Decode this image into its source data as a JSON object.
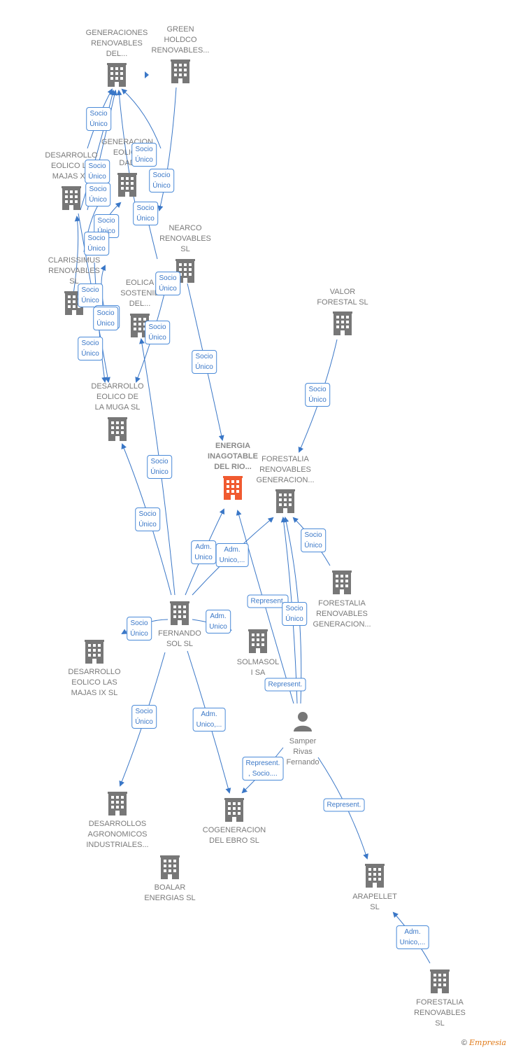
{
  "colors": {
    "accent": "#3a77c7",
    "building": "#777777",
    "focus": "#f05a30",
    "label": "#7a7a7a"
  },
  "nodes": [
    {
      "id": "gen_ren_del",
      "label": "GENERACIONES\nRENOVABLES\nDEL...",
      "icon": "building-icon"
    },
    {
      "id": "green_holdco",
      "label": "GREEN\nHOLDCO\nRENOVABLES...",
      "icon": "building-icon"
    },
    {
      "id": "desarrollo_majas_xx",
      "label": "DESARROLLO\nEOLICO LA\nMAJAS XX",
      "icon": "building-icon"
    },
    {
      "id": "generacion_eolica",
      "label": "GENERACION\nEOLICA\nDAD",
      "icon": "building-icon"
    },
    {
      "id": "nearco",
      "label": "NEARCO\nRENOVABLES\nSL",
      "icon": "building-icon"
    },
    {
      "id": "clarissimus",
      "label": "CLARISSIMUS\nRENOVABLES\nSL",
      "icon": "building-icon"
    },
    {
      "id": "eolica_sostenible",
      "label": "EOLICA\nSOSTENIB\nDEL...",
      "icon": "building-icon"
    },
    {
      "id": "valor_forestal",
      "label": "VALOR\nFORESTAL SL",
      "icon": "building-icon"
    },
    {
      "id": "desarrollo_muga",
      "label": "DESARROLLO\nEOLICO DE\nLA MUGA SL",
      "icon": "building-icon"
    },
    {
      "id": "energia_inagotable",
      "label": "ENERGIA\nINAGOTABLE\nDEL RIO...",
      "icon": "building-icon",
      "focus": true
    },
    {
      "id": "forestalia_gen_1",
      "label": "FORESTALIA\nRENOVABLES\nGENERACION...",
      "icon": "building-icon"
    },
    {
      "id": "forestalia_gen_2",
      "label": "FORESTALIA\nRENOVABLES\nGENERACION...",
      "icon": "building-icon"
    },
    {
      "id": "fernando_sol",
      "label": "FERNANDO\nSOL SL",
      "icon": "building-icon"
    },
    {
      "id": "desarrollo_majas_ix",
      "label": "DESARROLLO\nEOLICO LAS\nMAJAS IX  SL",
      "icon": "building-icon"
    },
    {
      "id": "solmasol",
      "label": "SOLMASOL\nI SA",
      "icon": "building-icon"
    },
    {
      "id": "samper",
      "label": "Samper\nRivas\nFernando",
      "icon": "person-icon"
    },
    {
      "id": "desarrollos_agronomicos",
      "label": "DESARROLLOS\nAGRONOMICOS\nINDUSTRIALES...",
      "icon": "building-icon"
    },
    {
      "id": "cogeneracion_ebro",
      "label": "COGENERACION\nDEL EBRO  SL",
      "icon": "building-icon"
    },
    {
      "id": "boalar",
      "label": "BOALAR\nENERGIAS  SL",
      "icon": "building-icon"
    },
    {
      "id": "arapellet",
      "label": "ARAPELLET\nSL",
      "icon": "building-icon"
    },
    {
      "id": "forestalia_sl",
      "label": "FORESTALIA\nRENOVABLES\nSL",
      "icon": "building-icon"
    }
  ],
  "edges": [
    {
      "label": "Socio\nÚnico"
    },
    {
      "label": "Socio\nÚnico"
    },
    {
      "label": "Socio\nÚnico"
    },
    {
      "label": "Socio\nÚnico"
    },
    {
      "label": "Socio\nÚnico"
    },
    {
      "label": "Socio\nÚnico"
    },
    {
      "label": "Socio\nÚnico"
    },
    {
      "label": "Socio\nÚnico"
    },
    {
      "label": "Socio\nÚnico"
    },
    {
      "label": "Socio\nÚnico"
    },
    {
      "label": "Socio\nÚnico"
    },
    {
      "label": "Socio\nÚnico"
    },
    {
      "label": "Socio\nÚnico"
    },
    {
      "label": "Socio\nÚnico"
    },
    {
      "label": "Socio\nÚnico"
    },
    {
      "label": "Socio\nÚnico"
    },
    {
      "label": "Socio\nÚnico"
    },
    {
      "label": "Socio\nÚnico"
    },
    {
      "label": "Adm.\nUnico"
    },
    {
      "label": "Adm.\nUnico,..."
    },
    {
      "label": "Socio\nÚnico"
    },
    {
      "label": "Adm.\nUnico"
    },
    {
      "label": "Represent."
    },
    {
      "label": "Socio\nÚnico"
    },
    {
      "label": "Represent."
    },
    {
      "label": "Socio\nÚnico"
    },
    {
      "label": "Adm.\nUnico,..."
    },
    {
      "label": "Socio\nÚnico"
    },
    {
      "label": "Represent.\n, Socio...."
    },
    {
      "label": "Represent."
    },
    {
      "label": "Adm.\nUnico,..."
    }
  ],
  "footer": {
    "copyright": "©",
    "brand": "Empresia"
  }
}
